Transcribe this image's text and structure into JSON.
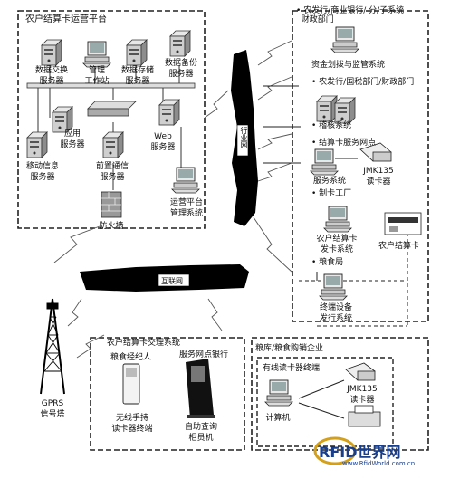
{
  "platform": {
    "title": "农户结算卡运营平台",
    "servers": {
      "data_exchange": "数据交换\n服务器",
      "management": "管理\n工作站",
      "data_storage": "数据存储\n服务器",
      "data_backup": "数据备份\n服务器",
      "application": "应用\n服务器",
      "web": "Web\n服务器",
      "mobile_info": "移动信息\n服务器",
      "front_comm": "前置通信\n服务器",
      "firewall": "防火墙",
      "ops_mgmt": "运营平台\n管理系统"
    }
  },
  "network": {
    "intranet": "行业网",
    "internet": "互联网"
  },
  "right_panel": {
    "header": "• 农发行/商业银行/ 分/子系统\n  财政部门",
    "fund_system": "资金划拨与监管系统",
    "audit_header": "• 农发行/国税部门/财政部门",
    "audit": "• 稽核系统",
    "service_header": "• 结算卡服务网点",
    "service_system": "服务系统",
    "card_factory": "• 制卡工厂",
    "jmk_reader": "JMK135\n读卡器",
    "issuing": "农户结算卡\n发卡系统",
    "grain_bureau": "• 粮食局",
    "card_label": "农户结算卡",
    "terminal_issue": "终端设备\n发行系统"
  },
  "bottom": {
    "gprs": "GPRS\n信号塔",
    "trade_system": "农户结算卡交理系统",
    "grain_agent": "粮食经纪人",
    "handheld": "无线手持\n读卡器终端",
    "bank_outlet": "服务网点银行",
    "self_query": "自助查询\n柜员机",
    "enterprise": "粮库/粮食购销企业",
    "wired_terminal": "有线读卡器终端",
    "jmk_reader2": "JMK135\n读卡器",
    "computer": "计算机"
  },
  "watermark": {
    "logo": "RFID世界网",
    "url": "www.RfidWorld.com.cn"
  }
}
